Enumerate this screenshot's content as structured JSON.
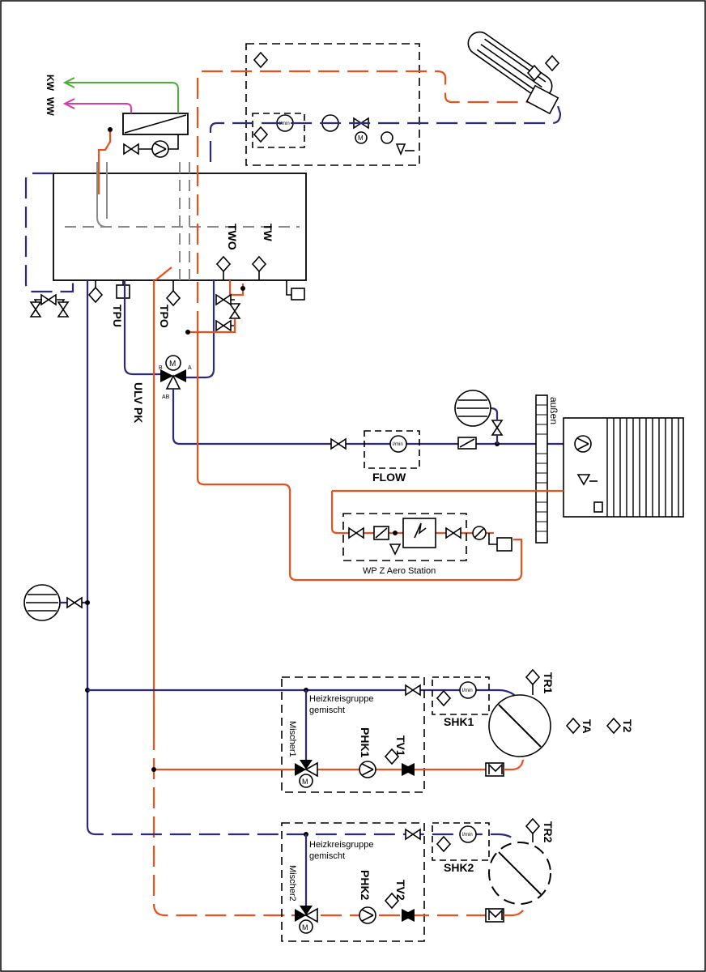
{
  "labels": {
    "kw": "KW",
    "ww": "WW",
    "two": "TWO",
    "tw": "TW",
    "tpu": "TPU",
    "tpo": "TPO",
    "ulv_pk": "ULV PK",
    "port_a": "A",
    "port_b": "B",
    "port_ab": "AB",
    "flow": "FLOW",
    "aussen": "außen",
    "aero_station": "WP Z Aero Station",
    "tr1": "TR1",
    "tr2": "TR2",
    "ta": "TA",
    "t2": "T2",
    "shk1": "SHK1",
    "shk2": "SHK2",
    "phk1": "PHK1",
    "phk2": "PHK2",
    "tv1": "TV1",
    "tv2": "TV2",
    "mischer1": "Mischer1",
    "mischer2": "Mischer2",
    "hk_group_1_line1": "Heizkreisgruppe",
    "hk_group_1_line2": "gemischt",
    "hk_group_2_line1": "Heizkreisgruppe",
    "hk_group_2_line2": "gemischt",
    "flow_unit": "l/min",
    "motor": "M"
  },
  "colors": {
    "supply": "#e8501e",
    "return": "#2b2a80",
    "cold_water": "#4caf3a",
    "warm_water": "#d63ca8",
    "internal": "#8a8a8a"
  }
}
